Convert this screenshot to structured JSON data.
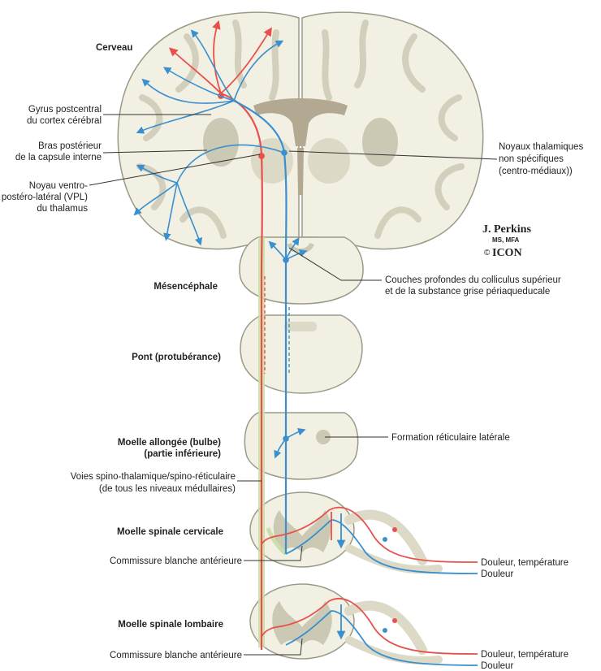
{
  "labels": {
    "cerveau": "Cerveau",
    "gyrus_1": "Gyrus postcentral",
    "gyrus_2": "du cortex cérébral",
    "bras_1": "Bras postérieur",
    "bras_2": "de la capsule interne",
    "vpl_1": "Noyau ventro-",
    "vpl_2": "postéro-latéral (VPL)",
    "vpl_3": "du thalamus",
    "noyaux_1": "Noyaux thalamiques",
    "noyaux_2": "non spécifiques",
    "noyaux_3": "(centro-médiaux))",
    "mesencephale": "Mésencéphale",
    "couches_1": "Couches profondes du colliculus supérieur",
    "couches_2": "et de la substance grise périaqueducale",
    "pont": "Pont (protubérance)",
    "moelle_allongee_1": "Moelle allongée (bulbe)",
    "moelle_allongee_2": "(partie inférieure)",
    "formation": "Formation réticulaire latérale",
    "voies_1": "Voies spino-thalamique/spino-réticulaire",
    "voies_2": "(de tous les niveaux médullaires)",
    "cervicale": "Moelle spinale cervicale",
    "commissure_1": "Commissure blanche antérieure",
    "lombaire": "Moelle spinale lombaire",
    "commissure_2": "Commissure blanche antérieure",
    "douleur_temp_1": "Douleur, température",
    "douleur_1": "Douleur",
    "douleur_temp_2": "Douleur, température",
    "douleur_2": "Douleur"
  },
  "signature": {
    "name": "J. Perkins",
    "degrees": "MS, MFA",
    "logo": "ICON"
  },
  "colors": {
    "tissue": "#f2f0e2",
    "tissue_edge": "#9a9a88",
    "gray_matter": "#cbc8b4",
    "ventricle": "#b3a993",
    "tract_green": "#c9dea8",
    "pain_temp_red": "#e8504a",
    "pain_blue": "#3a8fcf",
    "leader": "#333333"
  }
}
